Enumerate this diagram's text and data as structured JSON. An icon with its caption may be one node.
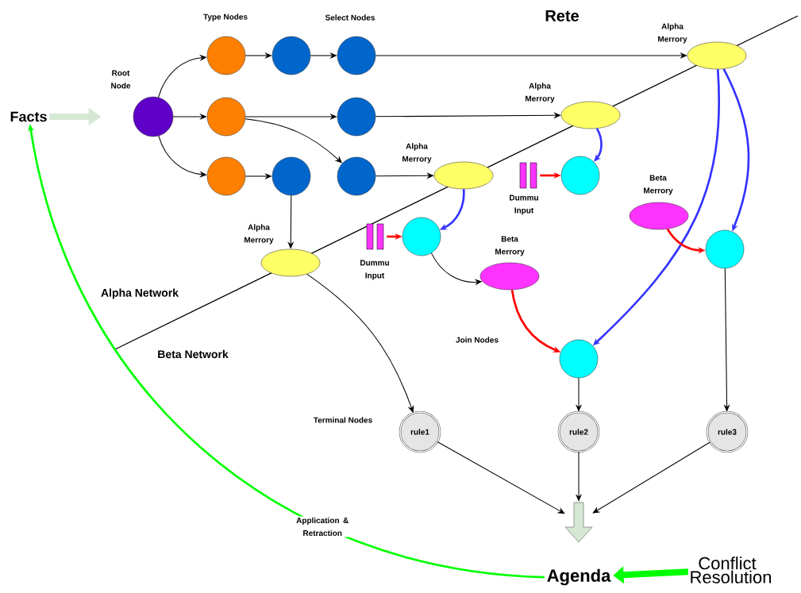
{
  "diagram": {
    "title": "Rete",
    "nodes": [
      {
        "text": [
          "Facts"
        ]
      },
      {
        "text": [],
        "shape": "circle",
        "beside": [
          "Root Node"
        ]
      },
      {
        "text": [],
        "shape": "circle"
      },
      {
        "text": [],
        "shape": "circle"
      },
      {
        "text": [],
        "shape": "circle"
      },
      {
        "text": [],
        "shape": "circle"
      },
      {
        "text": [],
        "shape": "circle"
      },
      {
        "text": [],
        "shape": "circle"
      },
      {
        "text": [],
        "shape": "circle"
      },
      {
        "text": [],
        "shape": "circle"
      },
      {
        "text": [],
        "shape": "ellipse",
        "beside": [
          "Alpha Merrory"
        ]
      },
      {
        "text": [],
        "shape": "ellipse",
        "beside": [
          "Alpha Merrory"
        ]
      },
      {
        "text": [],
        "shape": "ellipse",
        "beside": [
          "Alpha Merrory"
        ]
      },
      {
        "text": [],
        "shape": "bar",
        "beside": [
          "Dummu Input"
        ]
      },
      {
        "text": [],
        "shape": "circle"
      },
      {
        "text": [],
        "shape": "ellipse",
        "beside": [
          "Beta Merrory"
        ]
      },
      {
        "text": [],
        "shape": "ellipse",
        "beside": [
          "Alpha Merrory"
        ]
      },
      {
        "text": [],
        "shape": "bar",
        "beside": [
          "Dummu Input"
        ]
      },
      {
        "text": [],
        "shape": "circle"
      },
      {
        "text": [],
        "shape": "circle"
      },
      {
        "text": [],
        "shape": "ellipse",
        "beside": [
          "Beta Merrory"
        ]
      },
      {
        "text": [],
        "shape": "circle"
      },
      {
        "text": [
          "rule1"
        ]
      },
      {
        "text": [
          "rule2"
        ]
      },
      {
        "text": [
          "rule3"
        ]
      },
      {
        "text": [],
        "shape": "arrow"
      },
      {
        "text": [
          "Agenda"
        ]
      },
      {
        "text": [
          "Conflict Resolution"
        ]
      }
    ],
    "edges": [
      {
        "from": 0,
        "to": 1,
        "arrow": "to",
        "style": "thick",
        "color": "#d5e8d4"
      },
      {
        "from": 1,
        "to": 2,
        "arrow": "to"
      },
      {
        "from": 1,
        "to": 3,
        "arrow": "to"
      },
      {
        "from": 1,
        "to": 4,
        "arrow": "to"
      },
      {
        "from": 2,
        "to": 5,
        "arrow": "to"
      },
      {
        "from": 5,
        "to": 6,
        "arrow": "to"
      },
      {
        "from": 6,
        "to": 10,
        "arrow": "to"
      },
      {
        "from": 3,
        "to": 7,
        "arrow": "to"
      },
      {
        "from": 3,
        "to": 9,
        "arrow": "to"
      },
      {
        "from": 7,
        "to": 11,
        "arrow": "to"
      },
      {
        "from": 4,
        "to": 8,
        "arrow": "to"
      },
      {
        "from": 9,
        "to": 12,
        "arrow": "to"
      },
      {
        "from": 8,
        "to": 16,
        "arrow": "to"
      },
      {
        "from": 11,
        "to": 14,
        "arrow": "to",
        "style": "thick",
        "color": "#3333ff"
      },
      {
        "from": 12,
        "to": 18,
        "arrow": "to",
        "style": "thick",
        "color": "#3333ff"
      },
      {
        "from": 13,
        "to": 14,
        "arrow": "to",
        "style": "thick",
        "color": "#ff0000"
      },
      {
        "from": 17,
        "to": 18,
        "arrow": "to",
        "style": "thick",
        "color": "#ff0000"
      },
      {
        "from": 18,
        "to": 20,
        "arrow": "to"
      },
      {
        "from": 20,
        "to": 21,
        "arrow": "to",
        "style": "thick",
        "color": "#ff0000"
      },
      {
        "from": 10,
        "to": 21,
        "arrow": "to",
        "style": "thick",
        "color": "#3333ff"
      },
      {
        "from": 10,
        "to": 19,
        "arrow": "to",
        "style": "thick",
        "color": "#3333ff"
      },
      {
        "from": 15,
        "to": 19,
        "arrow": "to",
        "style": "thick",
        "color": "#ff0000"
      },
      {
        "from": 16,
        "to": 22,
        "arrow": "to"
      },
      {
        "from": 21,
        "to": 23,
        "arrow": "to"
      },
      {
        "from": 19,
        "to": 24,
        "arrow": "to"
      },
      {
        "from": 22,
        "to": 25,
        "arrow": "to"
      },
      {
        "from": 23,
        "to": 25,
        "arrow": "to"
      },
      {
        "from": 24,
        "to": 25,
        "arrow": "to"
      },
      {
        "from": 27,
        "to": 26,
        "arrow": "to",
        "style": "thick",
        "color": "#00ff00"
      },
      {
        "from": 26,
        "to": 0,
        "arrow": "to",
        "style": "thick",
        "color": "#00ff00",
        "label": "Application & Retraction"
      }
    ],
    "labels": [
      "Type Nodes",
      "Select Nodes",
      "Alpha Network",
      "Beta Network",
      "Join Nodes",
      "Terminal Nodes"
    ]
  }
}
